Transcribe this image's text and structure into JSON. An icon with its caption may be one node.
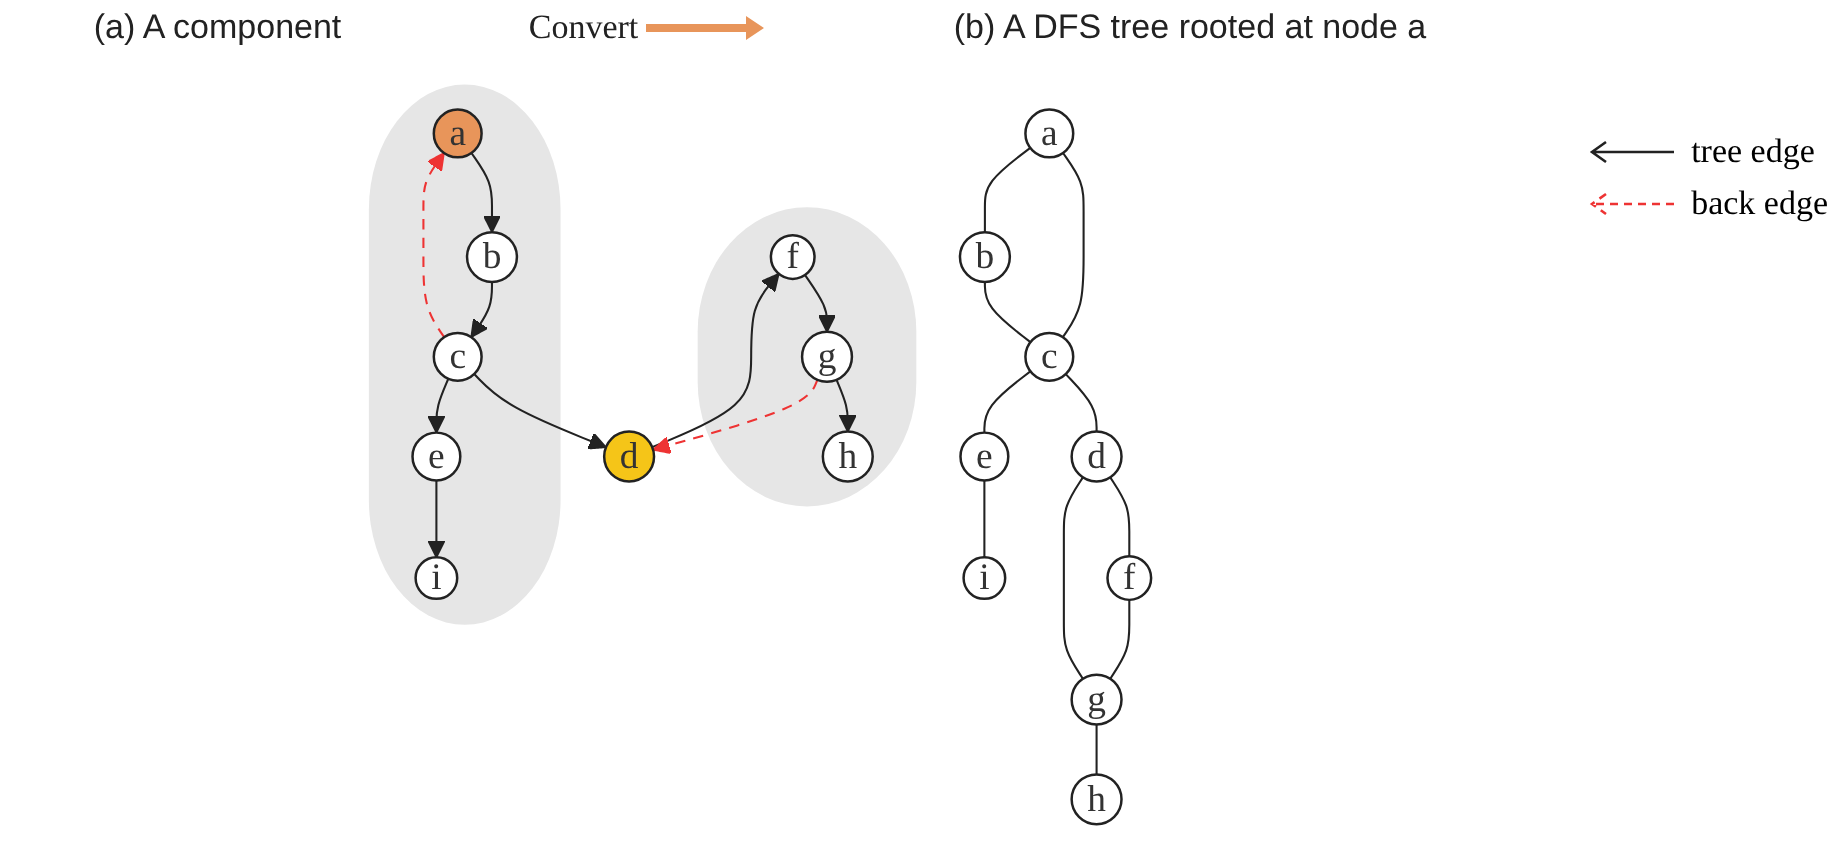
{
  "diagram": {
    "nodes": [
      {
        "text": [
          "a"
        ]
      },
      {
        "text": [
          "e"
        ]
      },
      {
        "text": [
          "i"
        ]
      },
      {
        "text": [
          "b"
        ]
      },
      {
        "text": [
          "c"
        ]
      },
      {
        "text": [
          "f"
        ]
      },
      {
        "text": [
          "d"
        ]
      },
      {
        "text": [
          "g"
        ]
      },
      {
        "text": [
          "h"
        ]
      },
      {
        "text": [],
        "shape": "ellipse"
      },
      {
        "text": [
          "a"
        ],
        "in": 9
      },
      {
        "text": [
          "b"
        ],
        "in": 9
      },
      {
        "text": [
          "c"
        ],
        "in": 9
      },
      {
        "text": [
          "e"
        ],
        "in": 9
      },
      {
        "text": [
          "i"
        ],
        "in": 9
      },
      {
        "text": [
          "d"
        ]
      },
      {
        "text": [],
        "shape": "ellipse"
      },
      {
        "text": [
          "f"
        ],
        "in": 16
      },
      {
        "text": [
          "g"
        ],
        "in": 16
      },
      {
        "text": [
          "h"
        ],
        "in": 16
      }
    ],
    "edges": [
      {
        "from": 0,
        "to": 3,
        "arrow": "none"
      },
      {
        "from": 0,
        "to": 4,
        "arrow": "none"
      },
      {
        "from": 3,
        "to": 4,
        "arrow": "none"
      },
      {
        "from": 4,
        "to": 1,
        "arrow": "none"
      },
      {
        "from": 1,
        "to": 2,
        "arrow": "none"
      },
      {
        "from": 4,
        "to": 6,
        "arrow": "none"
      },
      {
        "from": 6,
        "to": 5,
        "arrow": "none"
      },
      {
        "from": 5,
        "to": 7,
        "arrow": "none"
      },
      {
        "from": 6,
        "to": 7,
        "arrow": "none"
      },
      {
        "from": 7,
        "to": 8,
        "arrow": "none"
      },
      {
        "from": 10,
        "to": 11,
        "arrow": "to"
      },
      {
        "from": 11,
        "to": 12,
        "arrow": "to"
      },
      {
        "from": 12,
        "to": 13,
        "arrow": "to"
      },
      {
        "from": 13,
        "to": 14,
        "arrow": "to"
      },
      {
        "from": 12,
        "to": 15,
        "arrow": "to"
      },
      {
        "from": 15,
        "to": 17,
        "arrow": "to"
      },
      {
        "from": 17,
        "to": 18,
        "arrow": "to"
      },
      {
        "from": 18,
        "to": 19,
        "arrow": "to"
      },
      {
        "from": 12,
        "to": 10,
        "arrow": "to",
        "style": "dashed",
        "color": "#ee3333"
      },
      {
        "from": 18,
        "to": 15,
        "arrow": "to",
        "style": "dashed",
        "color": "#ee3333"
      }
    ],
    "labels": [
      "(a) A component",
      "Convert",
      "(b) A DFS tree rooted at node a"
    ],
    "legend": [
      {
        "text": "tree edge"
      },
      {
        "text": "back edge"
      }
    ]
  }
}
